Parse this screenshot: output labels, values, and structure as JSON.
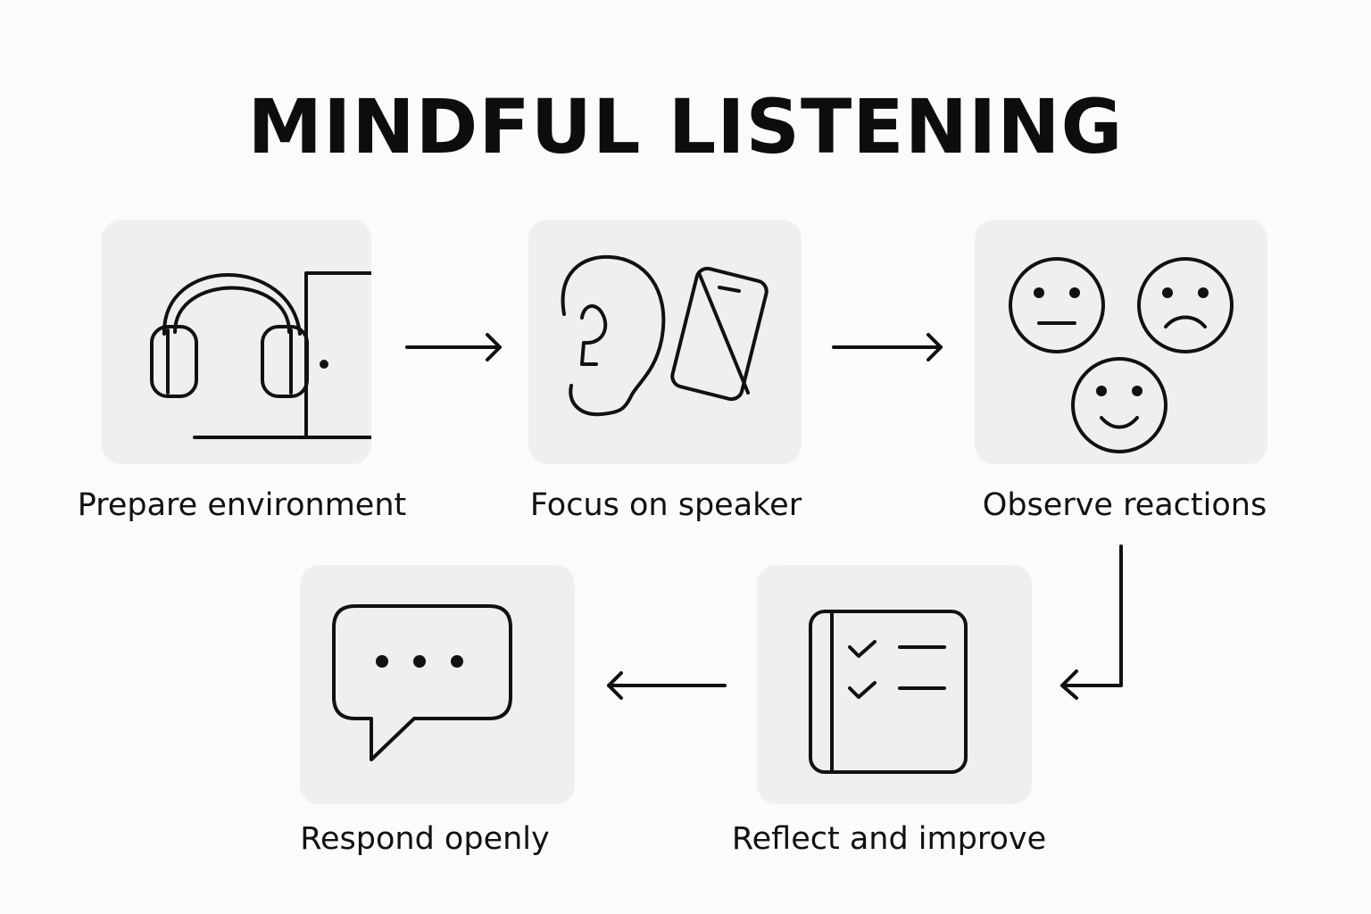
{
  "title": "MINDFUL LISTENING",
  "steps": [
    {
      "label": "Prepare environment",
      "icon": "headphones-door-icon"
    },
    {
      "label": "Focus on speaker",
      "icon": "ear-phone-icon"
    },
    {
      "label": "Observe reactions",
      "icon": "faces-icon"
    },
    {
      "label": "Reflect and improve",
      "icon": "checklist-notebook-icon"
    },
    {
      "label": "Respond openly",
      "icon": "speech-bubble-icon"
    }
  ],
  "colors": {
    "background": "#fbfbfb",
    "tile": "#efefef",
    "ink": "#111111"
  }
}
